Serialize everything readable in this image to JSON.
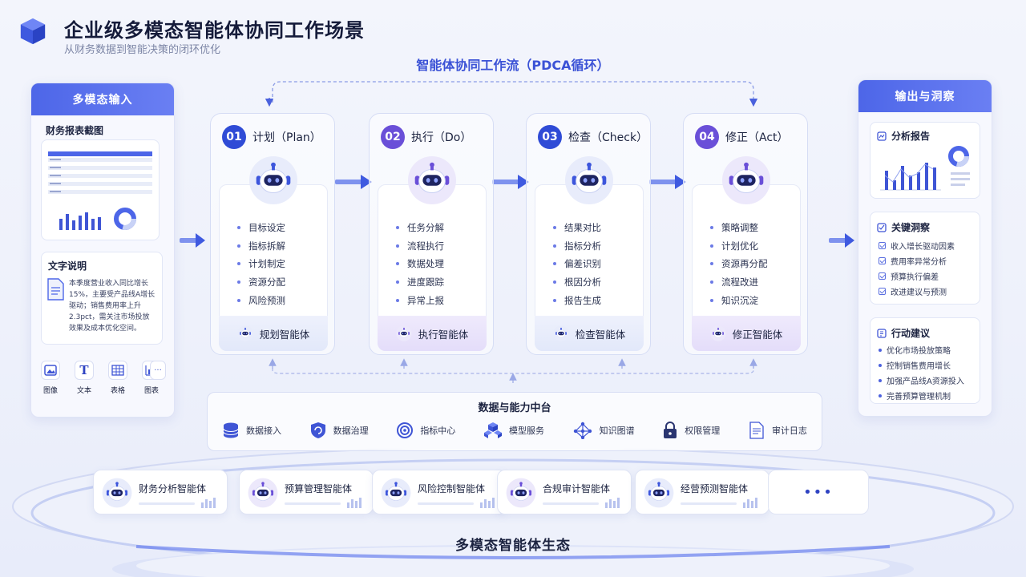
{
  "header": {
    "title": "企业级多模态智能体协同工作场景",
    "subtitle": "从财务数据到智能决策的闭环优化"
  },
  "flow_title": "智能体协同工作流（PDCA循环）",
  "input_panel": {
    "title": "多模态输入",
    "report_title": "财务报表截图",
    "text_title": "文字说明",
    "text_body": [
      "本季度营业收入同比增长",
      "15%，主要受产品线A增长",
      "驱动；销售费用率上升",
      "2.3pct，需关注市场投放",
      "效果及成本优化空间。"
    ],
    "types": [
      {
        "label": "图像",
        "icon": "image-icon"
      },
      {
        "label": "文本",
        "icon": "text-icon"
      },
      {
        "label": "表格",
        "icon": "table-icon"
      },
      {
        "label": "图表",
        "icon": "chart-icon"
      }
    ],
    "more": "···"
  },
  "stages": [
    {
      "num": "01",
      "name": "计划（Plan）",
      "items": [
        "目标设定",
        "指标拆解",
        "计划制定",
        "资源分配",
        "风险预测"
      ],
      "agent": "规划智能体",
      "color": "#2f4bd6"
    },
    {
      "num": "02",
      "name": "执行（Do）",
      "items": [
        "任务分解",
        "流程执行",
        "数据处理",
        "进度跟踪",
        "异常上报"
      ],
      "agent": "执行智能体",
      "color": "#6a4fd8"
    },
    {
      "num": "03",
      "name": "检查（Check）",
      "items": [
        "结果对比",
        "指标分析",
        "偏差识别",
        "根因分析",
        "报告生成"
      ],
      "agent": "检查智能体",
      "color": "#2f4bd6"
    },
    {
      "num": "04",
      "name": "修正（Act）",
      "items": [
        "策略调整",
        "计划优化",
        "资源再分配",
        "流程改进",
        "知识沉淀"
      ],
      "agent": "修正智能体",
      "color": "#6a4fd8"
    }
  ],
  "platform": {
    "title": "数据与能力中台",
    "items": [
      {
        "label": "数据接入",
        "icon": "database-icon"
      },
      {
        "label": "数据治理",
        "icon": "shield-icon"
      },
      {
        "label": "指标中心",
        "icon": "target-icon"
      },
      {
        "label": "模型服务",
        "icon": "cubes-icon"
      },
      {
        "label": "知识图谱",
        "icon": "graph-icon"
      },
      {
        "label": "权限管理",
        "icon": "lock-icon"
      },
      {
        "label": "审计日志",
        "icon": "log-icon"
      }
    ]
  },
  "output_panel": {
    "title": "输出与洞察",
    "report_title": "分析报告",
    "insight_title": "关键洞察",
    "insights": [
      "收入增长驱动因素",
      "费用率异常分析",
      "预算执行偏差",
      "改进建议与预测"
    ],
    "action_title": "行动建议",
    "actions": [
      "优化市场投放策略",
      "控制销售费用增长",
      "加强产品线A资源投入",
      "完善预算管理机制"
    ]
  },
  "ecosystem": {
    "title": "多模态智能体生态",
    "agents": [
      "财务分析智能体",
      "预算管理智能体",
      "风险控制智能体",
      "合规审计智能体",
      "经营预测智能体"
    ],
    "more": "•••"
  },
  "colors": {
    "primary": "#4d66e8",
    "accent": "#6a4fd8",
    "bg": "#f3f5fc"
  }
}
